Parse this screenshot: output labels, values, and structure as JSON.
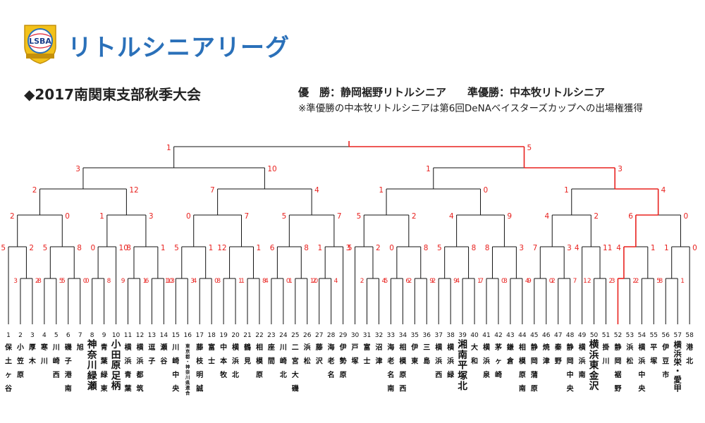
{
  "header": {
    "logo_text": "LSBA",
    "league_name": "リトルシニアリーグ",
    "title": "◆2017南関東支部秋季大会",
    "champion_label": "優　勝：",
    "champion": "静岡裾野リトルシニア",
    "runner_up_label": "準優勝：",
    "runner_up": "中本牧リトルシニア",
    "note": "※準優勝の中本牧リトルシニアは第6回DeNAベイスターズカップへの出場権獲得"
  },
  "colors": {
    "winner_path": "#e8221f",
    "line": "#111111",
    "score": "#e8221f",
    "brand": "#2a70b9"
  },
  "teams": [
    "保土ヶ谷",
    "小笠原",
    "厚木",
    "寒川",
    "川崎西",
    "磯子港南",
    "旭",
    "神奈川緑瀬",
    "青葉緑東",
    "小田原足柄",
    "横浜青葉",
    "横浜都筑",
    "逗子",
    "瀬谷",
    "川崎中央",
    "東京都・神奈川県連合",
    "藤枝明誠",
    "富士",
    "中本牧",
    "横浜北",
    "鶴見",
    "相模原",
    "座間",
    "川崎北",
    "二宮大磯",
    "浜松",
    "藤沢",
    "海老名",
    "伊勢原",
    "戸塚",
    "富士",
    "沼津",
    "海老名南",
    "相模原西",
    "伊東",
    "三島",
    "横浜西",
    "横浜緑",
    "湘南平塚北",
    "大和",
    "横浜泉",
    "茅ヶ崎",
    "鎌倉",
    "相模原南",
    "静岡蒲原",
    "焼津",
    "秦野",
    "静岡中央",
    "横浜南",
    "横浜東金沢",
    "掛川",
    "静岡裾野",
    "浜松",
    "横浜中央",
    "平塚",
    "伊豆市",
    "横浜栄・愛甲",
    "港北"
  ],
  "scores": {
    "final": [
      "1",
      "5"
    ],
    "sf": [
      [
        "3",
        "10"
      ],
      [
        "1",
        "3"
      ]
    ],
    "qf": [
      [
        "2",
        "12"
      ],
      [
        "7",
        "4"
      ],
      [
        "1",
        "0"
      ],
      [
        "1",
        "4"
      ]
    ],
    "r16": [
      [
        "2",
        "0"
      ],
      [
        "1",
        "3"
      ],
      [
        "0",
        "7"
      ],
      [
        "5",
        "7"
      ],
      [
        "5",
        "2"
      ],
      [
        "4",
        "9"
      ],
      [
        "4",
        "2"
      ],
      [
        "6",
        "0"
      ]
    ],
    "r32": [
      [
        "5",
        "2"
      ],
      [
        "5",
        "8"
      ],
      [
        "0",
        "10"
      ],
      [
        "8",
        "1"
      ],
      [
        "5",
        "1"
      ],
      [
        "12",
        "1"
      ],
      [
        "6",
        "8"
      ],
      [
        "1",
        "3"
      ],
      [
        "5",
        "2"
      ],
      [
        "0",
        "8"
      ],
      [
        "5",
        "8"
      ],
      [
        "8",
        "3"
      ],
      [
        "7",
        "3"
      ],
      [
        "4",
        "11"
      ],
      [
        "4",
        "1"
      ],
      [
        "1",
        "0"
      ]
    ],
    "r64_top": [
      [
        "3",
        "2"
      ],
      [
        "8",
        "5"
      ],
      [
        "5",
        "0"
      ],
      [
        "0",
        "8"
      ],
      [
        "9",
        "1"
      ],
      [
        "6",
        "13"
      ],
      [
        "10",
        "3"
      ],
      [
        "4",
        "0"
      ],
      [
        "8",
        "1"
      ],
      [
        "1",
        "8"
      ],
      [
        "4",
        "0"
      ],
      [
        "1",
        "10"
      ],
      [
        "2",
        "4"
      ],
      [
        "2",
        "4"
      ],
      [
        "5",
        "6"
      ],
      [
        "2",
        "9"
      ],
      [
        "2",
        "9"
      ],
      [
        "4",
        "1"
      ],
      [
        "7",
        "0"
      ],
      [
        "3",
        "4"
      ],
      [
        "9",
        "0"
      ],
      [
        "2",
        "7"
      ],
      [
        "12",
        "2"
      ],
      [
        "3",
        "2"
      ],
      [
        "2",
        "5"
      ],
      [
        "8",
        "1"
      ]
    ]
  }
}
